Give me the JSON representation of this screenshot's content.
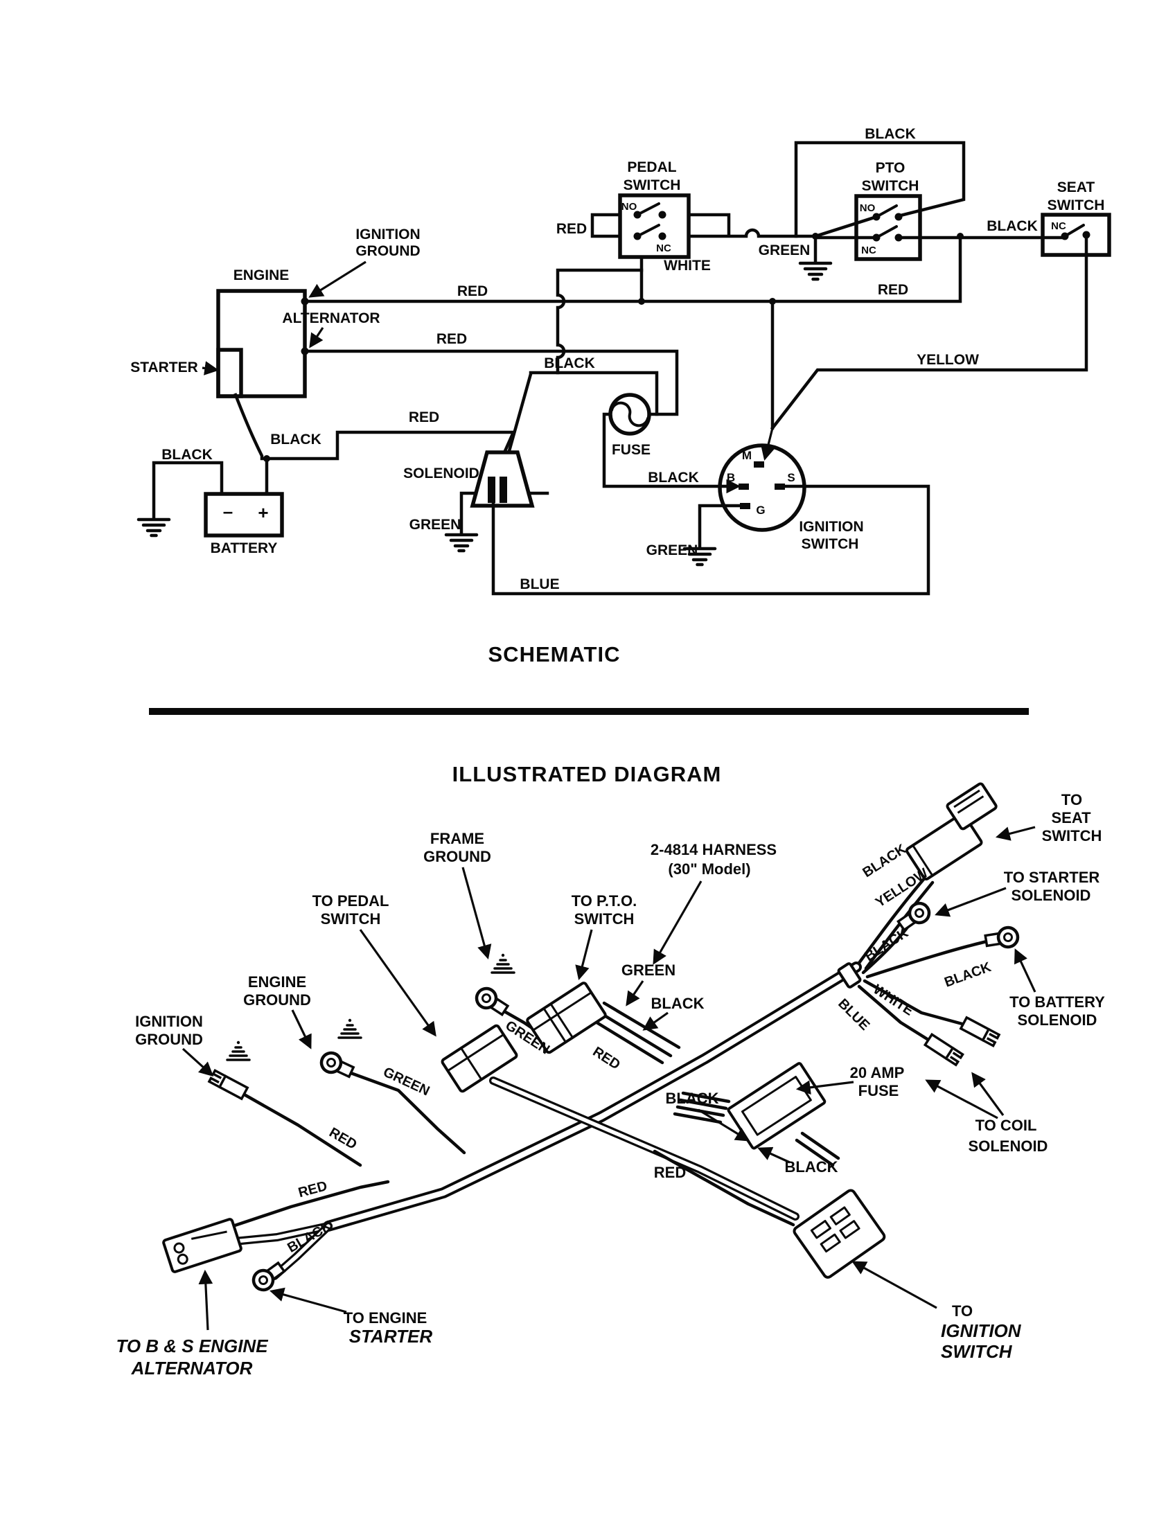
{
  "titles": {
    "schematic": "SCHEMATIC",
    "illustrated": "ILLUSTRATED DIAGRAM"
  },
  "wires": {
    "red": "RED",
    "black": "BLACK",
    "green": "GREEN",
    "white": "WHITE",
    "yellow": "YELLOW",
    "blue": "BLUE"
  },
  "terminals": {
    "no": "NO",
    "nc": "NC",
    "m": "M",
    "b": "B",
    "s": "S",
    "g": "G",
    "minus": "–",
    "plus": "+"
  },
  "schematic": {
    "engine": "ENGINE",
    "starter": "STARTER",
    "battery": "BATTERY",
    "solenoid": "SOLENOID",
    "fuse": "FUSE",
    "alternator": "ALTERNATOR",
    "ignition_ground": [
      "IGNITION",
      "GROUND"
    ],
    "pedal_switch": [
      "PEDAL",
      "SWITCH"
    ],
    "pto_switch": [
      "PTO",
      "SWITCH"
    ],
    "seat_switch": [
      "SEAT",
      "SWITCH"
    ],
    "ignition_switch": [
      "IGNITION",
      "SWITCH"
    ]
  },
  "illustrated": {
    "harness": [
      "2-4814 HARNESS",
      "(30\" Model)"
    ],
    "frame_ground": [
      "FRAME",
      "GROUND"
    ],
    "engine_ground": [
      "ENGINE",
      "GROUND"
    ],
    "ignition_ground": [
      "IGNITION",
      "GROUND"
    ],
    "to_pedal_switch": [
      "TO PEDAL",
      "SWITCH"
    ],
    "to_pto_switch": [
      "TO P.T.O.",
      "SWITCH"
    ],
    "to_seat_switch": [
      "TO",
      "SEAT",
      "SWITCH"
    ],
    "to_starter_solenoid": [
      "TO STARTER",
      "SOLENOID"
    ],
    "to_battery_solenoid": [
      "TO BATTERY",
      "SOLENOID"
    ],
    "to_coil_solenoid": [
      "TO COIL",
      "SOLENOID"
    ],
    "amp_fuse": [
      "20 AMP",
      "FUSE"
    ],
    "to_engine": "TO ENGINE",
    "engine_starter": "STARTER",
    "to_bs_engine": [
      "TO B & S ENGINE",
      "ALTERNATOR"
    ],
    "to_ignition_switch": [
      "TO",
      "IGNITION",
      "SWITCH"
    ]
  }
}
